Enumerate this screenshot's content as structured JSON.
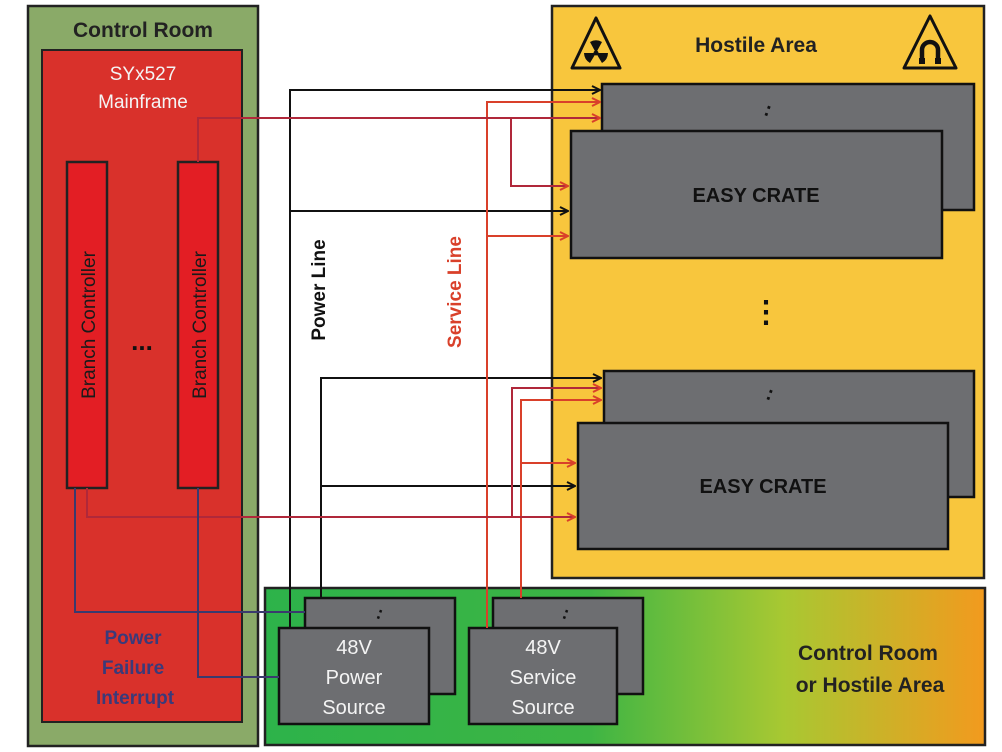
{
  "control_room": {
    "title": "Control Room",
    "mainframe_line1": "SYx527",
    "mainframe_line2": "Mainframe",
    "branch_controller_1": "Branch Controller",
    "branch_controller_2": "Branch Controller",
    "ellipsis": "...",
    "pfi_line1": "Power",
    "pfi_line2": "Failure",
    "pfi_line3": "Interrupt"
  },
  "hostile_area": {
    "title": "Hostile Area",
    "crate_top_label": "EASY CRATE",
    "crate_bottom_label": "EASY CRATE",
    "stack_dots": ":",
    "middle_dots": "⋮"
  },
  "lines": {
    "power_line": "Power Line",
    "service_line": "Service Line"
  },
  "bottom_area": {
    "title_line1": "Control Room",
    "title_line2": "or Hostile Area",
    "power_source_line1": "48V",
    "power_source_line2": "Power",
    "power_source_line3": "Source",
    "service_source_line1": "48V",
    "service_source_line2": "Service",
    "service_source_line3": "Source",
    "stack_dots": ":"
  },
  "colors": {
    "control_room_bg": "#8aaa68",
    "mainframe_bg": "#d9312b",
    "branch_bg": "#e31e24",
    "hostile_bg": "#f8c63d",
    "crate_bg": "#6d6e71",
    "power_line": "#111111",
    "service_line": "#d9402a",
    "interrupt_line": "#3a3a6e",
    "pfi_text": "#3a3a7a"
  }
}
